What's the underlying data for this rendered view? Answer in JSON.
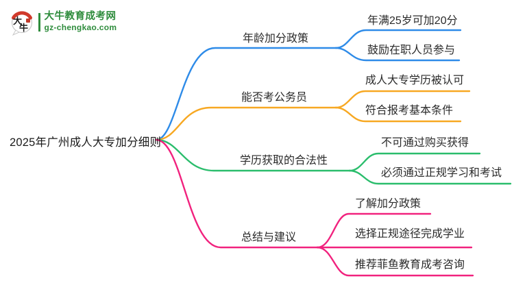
{
  "logo": {
    "icon_text": "大牛",
    "site_name": "大牛教育成考网",
    "site_url": "gz-chengkao.com",
    "brand_green": "#2E8C3C",
    "brand_red": "#D0392B"
  },
  "root": {
    "title": "2025年广州成人大专加分细则"
  },
  "branches": [
    {
      "label": "年龄加分政策",
      "color": "#2E8BE8",
      "children": [
        {
          "label": "年满25岁可加20分"
        },
        {
          "label": "鼓励在职人员参与"
        }
      ]
    },
    {
      "label": "能否考公务员",
      "color": "#F7A822",
      "children": [
        {
          "label": "成人大专学历被认可"
        },
        {
          "label": "符合报考基本条件"
        }
      ]
    },
    {
      "label": "学历获取的合法性",
      "color": "#2ABD6C",
      "children": [
        {
          "label": "不可通过购买获得"
        },
        {
          "label": "必须通过正规学习和考试"
        }
      ]
    },
    {
      "label": "总结与建议",
      "color": "#F1227E",
      "children": [
        {
          "label": "了解加分政策"
        },
        {
          "label": "选择正规途径完成学业"
        },
        {
          "label": "推荐菲鱼教育成考咨询"
        }
      ]
    }
  ]
}
